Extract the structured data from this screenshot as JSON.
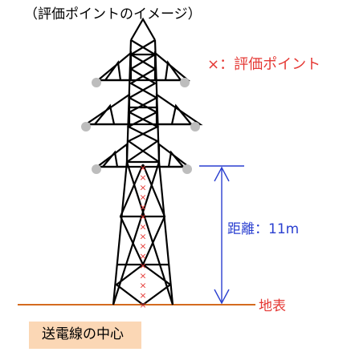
{
  "title": "（評価ポイントのイメージ）",
  "legend": "×：評価ポイント",
  "distance_label": "距離：11m",
  "ground_label": "地表",
  "center_label": "送電線の中心",
  "colors": {
    "tower": "#000000",
    "insulator": "#bdbdbd",
    "evaluation_point": "#e53935",
    "dimension": "#2a3fd0",
    "ground_line": "#d46b1f",
    "center_box": "#fbd7b5"
  },
  "evaluation_point_marker": "×",
  "evaluation_point_count": 15
}
